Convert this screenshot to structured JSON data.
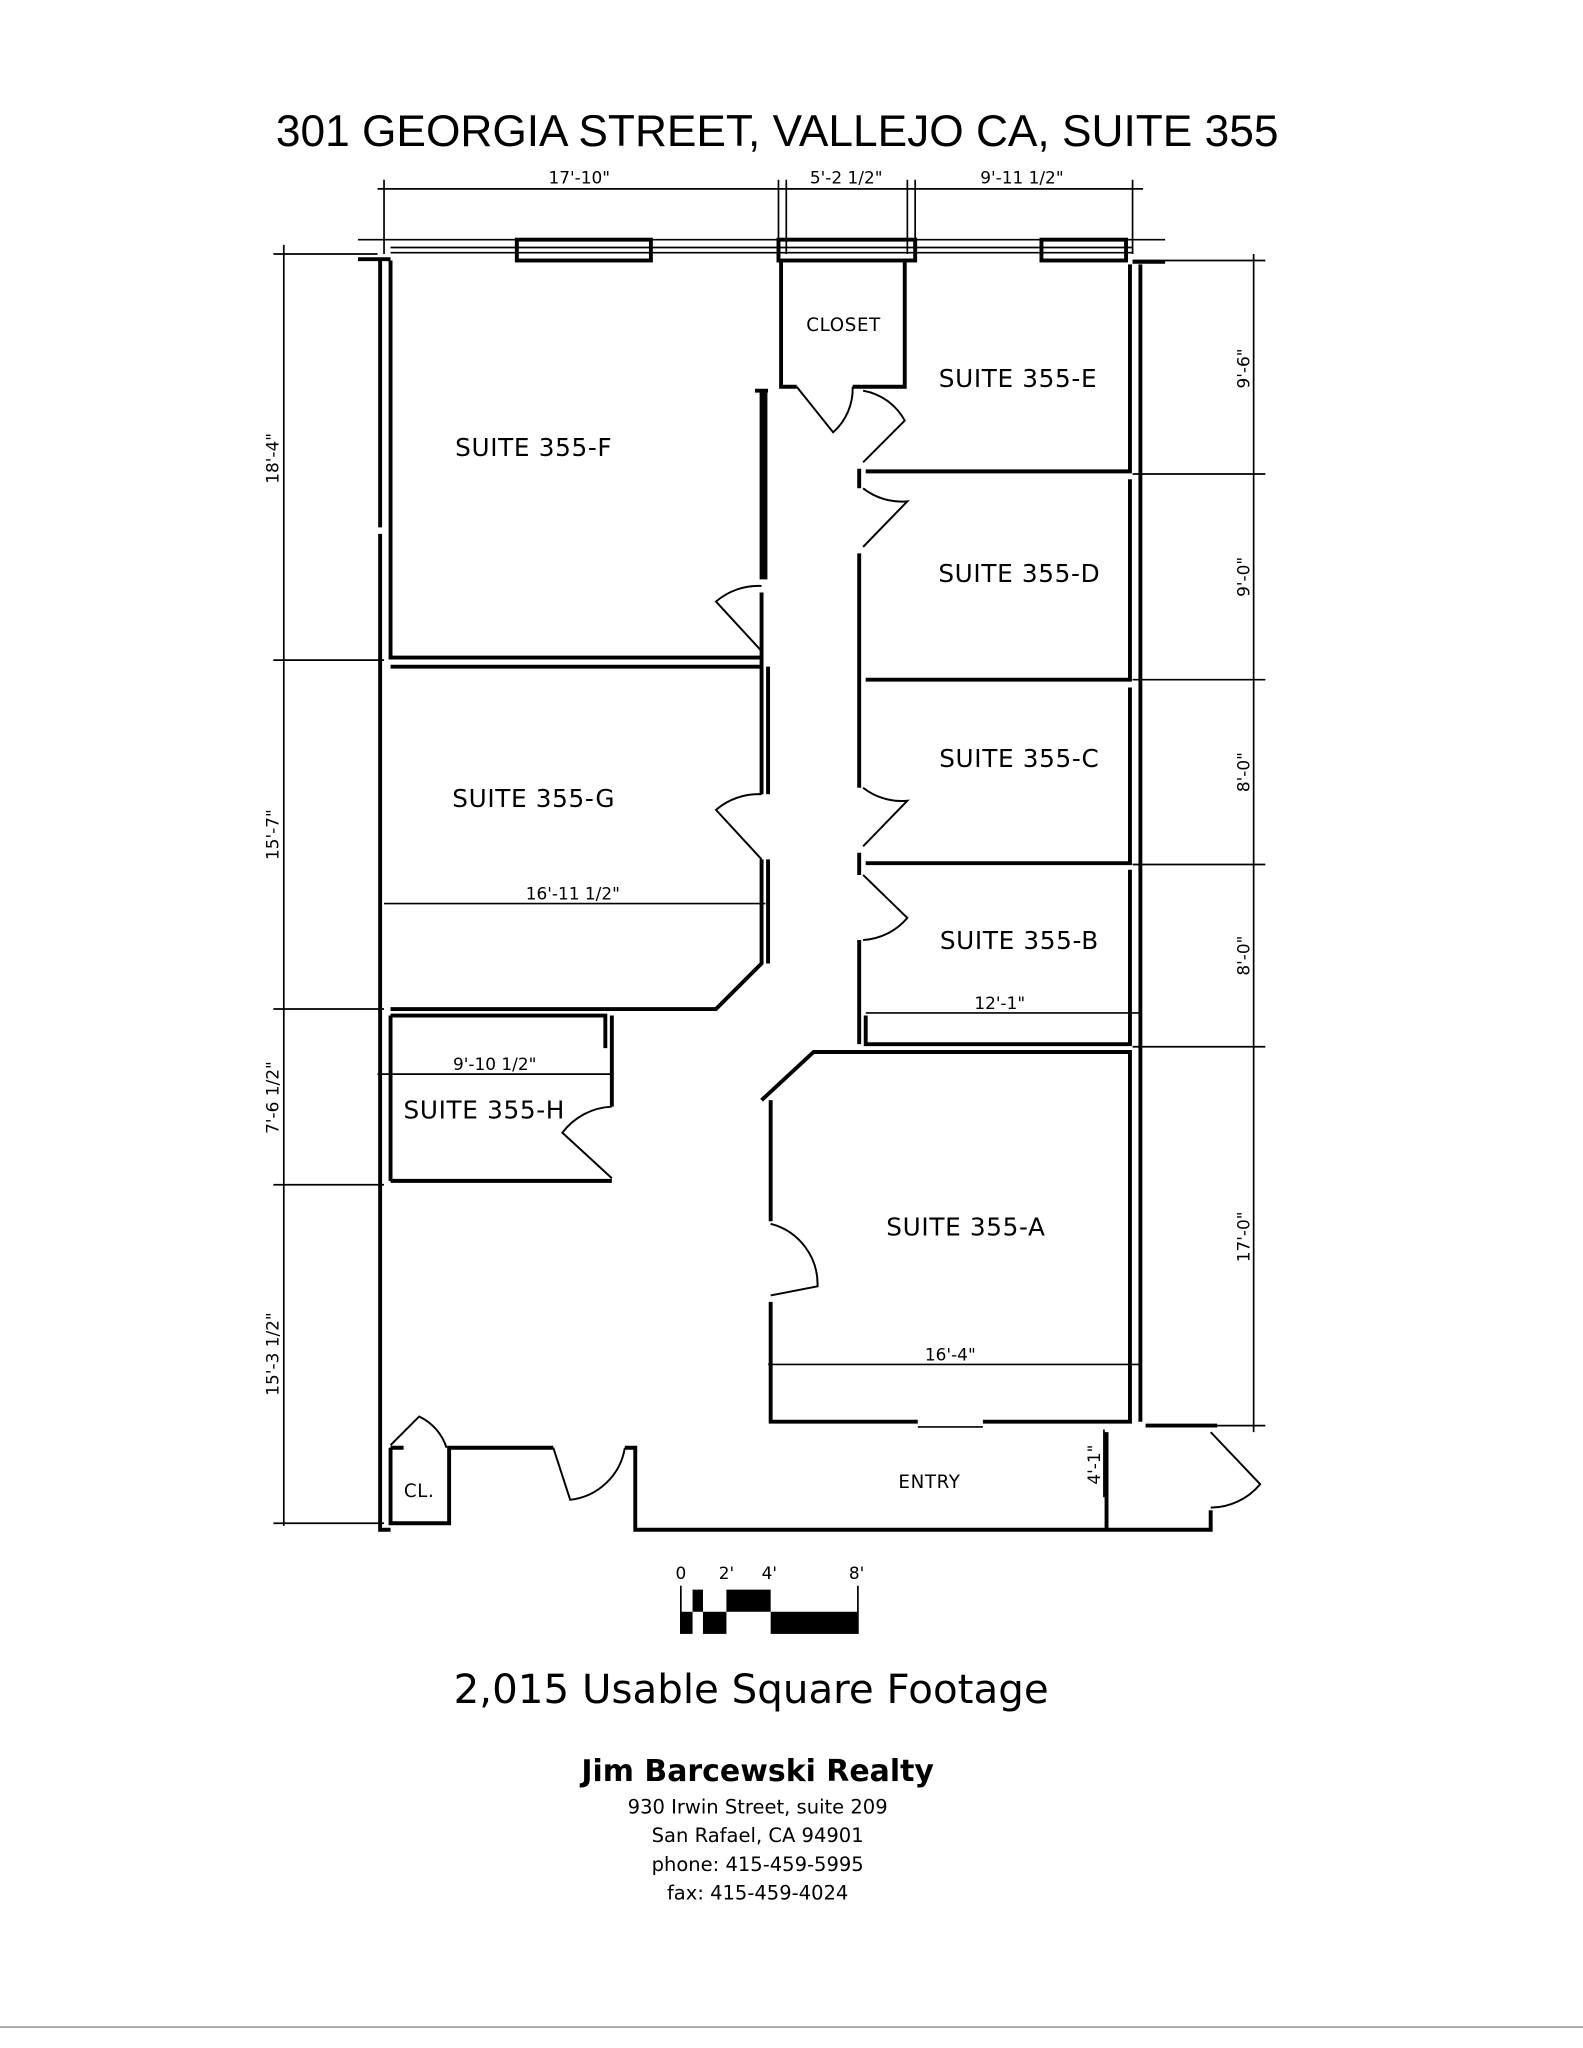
{
  "title": "301 GEORGIA STREET, VALLEJO CA, SUITE 355",
  "top_dimensions": [
    "17'-10\"",
    "5'-2 1/2\"",
    "9'-11 1/2\""
  ],
  "left_dimensions": [
    "18'-4\"",
    "15'-7\"",
    "7'-6 1/2\"",
    "15'-3 1/2\""
  ],
  "right_dimensions": [
    "9'-6\"",
    "9'-0\"",
    "8'-0\"",
    "8'-0\"",
    "17'-0\""
  ],
  "rooms": {
    "closet": "CLOSET",
    "e": "SUITE 355-E",
    "f": "SUITE 355-F",
    "d": "SUITE 355-D",
    "c": "SUITE 355-C",
    "g": "SUITE 355-G",
    "b": "SUITE 355-B",
    "h": "SUITE 355-H",
    "a": "SUITE 355-A",
    "cl": "CL.",
    "entry": "ENTRY"
  },
  "interior_dimensions": {
    "g_width": "16'-11 1/2\"",
    "b_width": "12'-1\"",
    "h_width": "9'-10 1/2\"",
    "a_width": "16'-4\"",
    "entry_depth": "4'-1\""
  },
  "scale_bar": {
    "labels": [
      "0",
      "2'",
      "4'",
      "8'"
    ]
  },
  "footage": "2,015 Usable Square Footage",
  "realty": {
    "name": "Jim Barcewski Realty",
    "address1": "930 Irwin Street, suite 209",
    "address2": "San Rafael, CA 94901",
    "phone": "phone: 415-459-5995",
    "fax": "fax: 415-459-4024"
  }
}
